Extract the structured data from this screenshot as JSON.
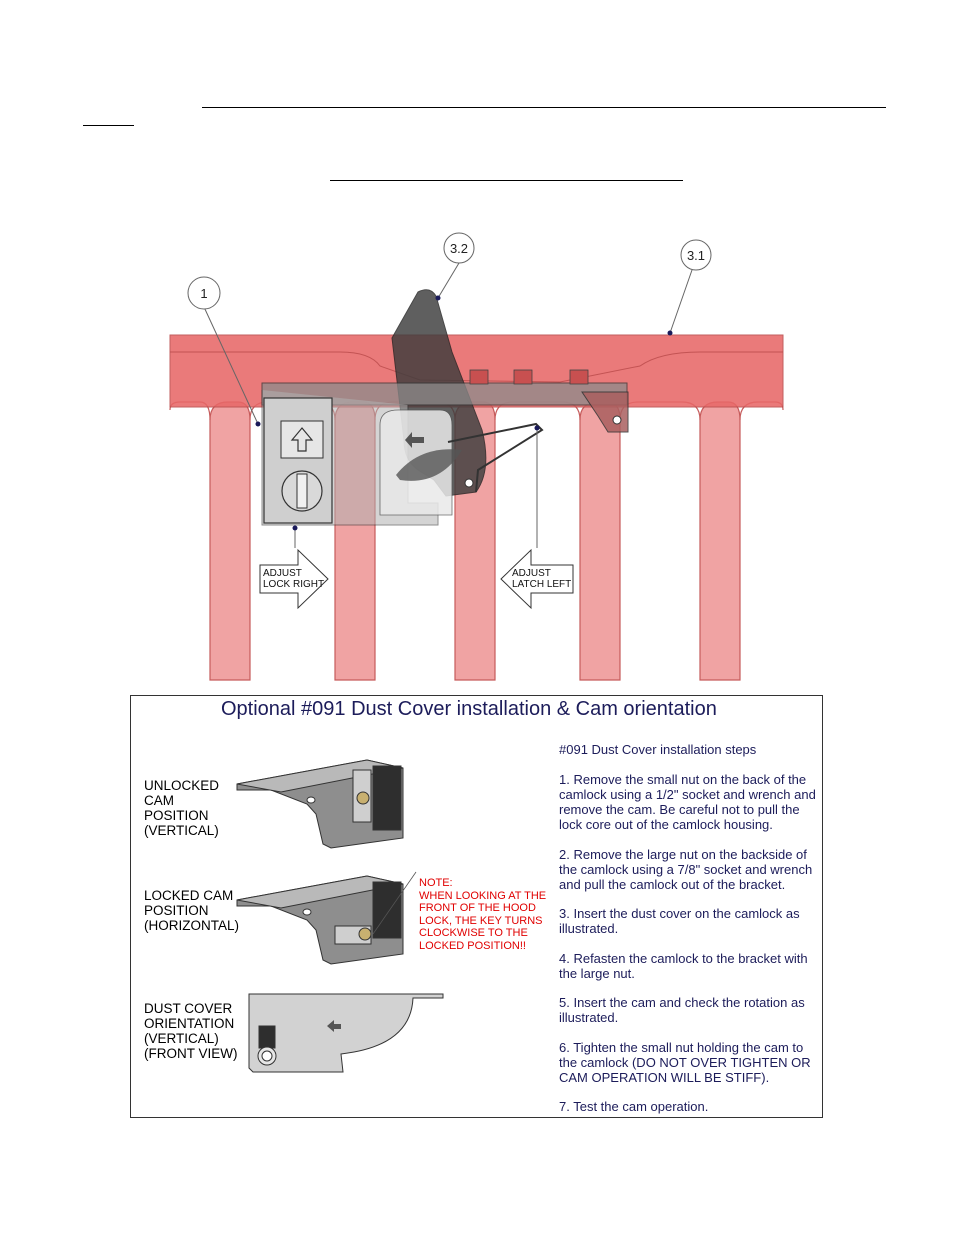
{
  "callouts": {
    "c1": "1",
    "c32": "3.2",
    "c31": "3.1"
  },
  "arrows": {
    "lock_right": "ADJUST\nLOCK RIGHT",
    "latch_left": "ADJUST\nLATCH LEFT"
  },
  "panel": {
    "title": "Optional #091 Dust Cover installation & Cam orientation",
    "positions": [
      "UNLOCKED\nCAM\nPOSITION\n(VERTICAL)",
      "LOCKED CAM\nPOSITION\n(HORIZONTAL)",
      "DUST COVER\nORIENTATION\n(VERTICAL)\n(FRONT VIEW)"
    ],
    "note": "NOTE:\nWHEN LOOKING AT THE\nFRONT OF THE HOOD\nLOCK, THE KEY TURNS\nCLOCKWISE TO THE\nLOCKED POSITION!!",
    "steps_heading": "#091 Dust Cover installation steps",
    "steps": [
      "1. Remove the small nut on the back of the camlock using a 1/2\" socket and wrench and remove the cam.  Be careful not to pull the lock core out of the camlock housing.",
      "2. Remove the large nut on the backside of the camlock using a 7/8\" socket and wrench and pull the camlock out of the bracket.",
      "3. Insert the dust cover on the camlock as illustrated.",
      "4. Refasten the camlock to the bracket with the large nut.",
      "5. Insert the cam and check the rotation as illustrated.",
      "6. Tighten the small nut holding the cam to the camlock (DO NOT OVER TIGHTEN OR CAM OPERATION WILL BE STIFF).",
      "7. Test the cam operation."
    ]
  },
  "colors": {
    "frame": "#e85c5c",
    "bracket": "#3a3a3a",
    "title": "#1c1c5a",
    "note": "#e00000"
  }
}
